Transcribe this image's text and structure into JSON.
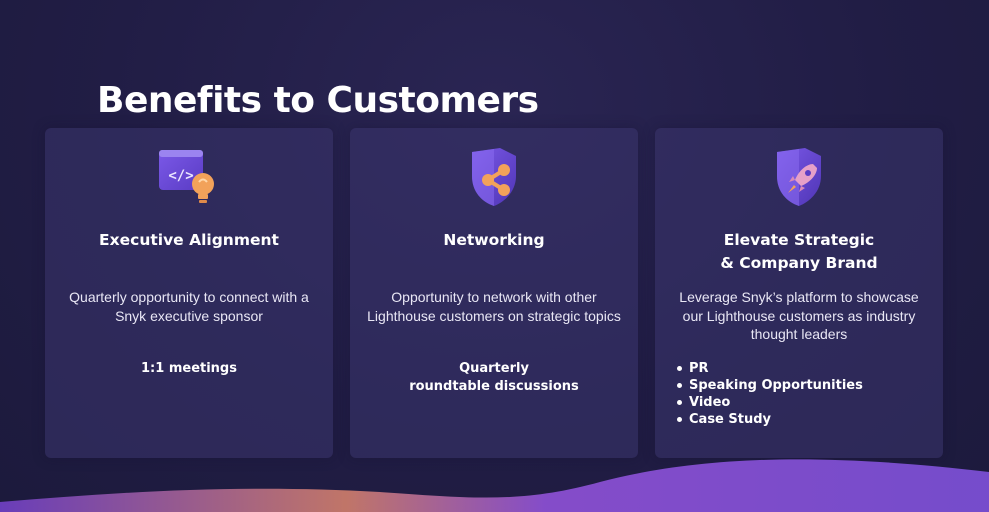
{
  "slide": {
    "title": "Benefits to Customers"
  },
  "cards": [
    {
      "icon": "code-lightbulb-icon",
      "title": "Executive Alignment",
      "description": "Quarterly opportunity to connect with a Snyk executive sponsor",
      "extra": "1:1 meetings"
    },
    {
      "icon": "shield-share-icon",
      "title": "Networking",
      "description": "Opportunity to network with other Lighthouse customers on strategic topics",
      "extra_lines": [
        "Quarterly",
        "roundtable discussions"
      ]
    },
    {
      "icon": "shield-rocket-icon",
      "title_lines": [
        "Elevate Strategic",
        "& Company Brand"
      ],
      "description": "Leverage Snyk’s platform to showcase our Lighthouse customers as industry thought leaders",
      "bullets": [
        "PR",
        "Speaking Opportunities",
        "Video",
        "Case Study"
      ]
    }
  ],
  "colors": {
    "background": "#211d45",
    "card": "#3a346e",
    "icon_purple": "#6c4fd6",
    "icon_orange": "#f2a25a",
    "icon_pink": "#d98ab7",
    "wave_purple": "#7a4fd3",
    "wave_orange": "#e08a5a"
  }
}
